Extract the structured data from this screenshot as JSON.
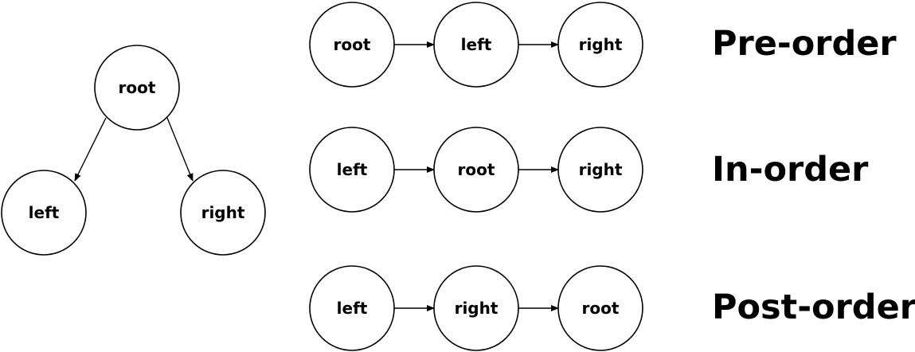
{
  "tree": {
    "root": "root",
    "left": "left",
    "right": "right"
  },
  "orders": [
    {
      "title": "Pre-order",
      "sequence": [
        "root",
        "left",
        "right"
      ]
    },
    {
      "title": "In-order",
      "sequence": [
        "left",
        "root",
        "right"
      ]
    },
    {
      "title": "Post-order",
      "sequence": [
        "left",
        "right",
        "root"
      ]
    }
  ]
}
